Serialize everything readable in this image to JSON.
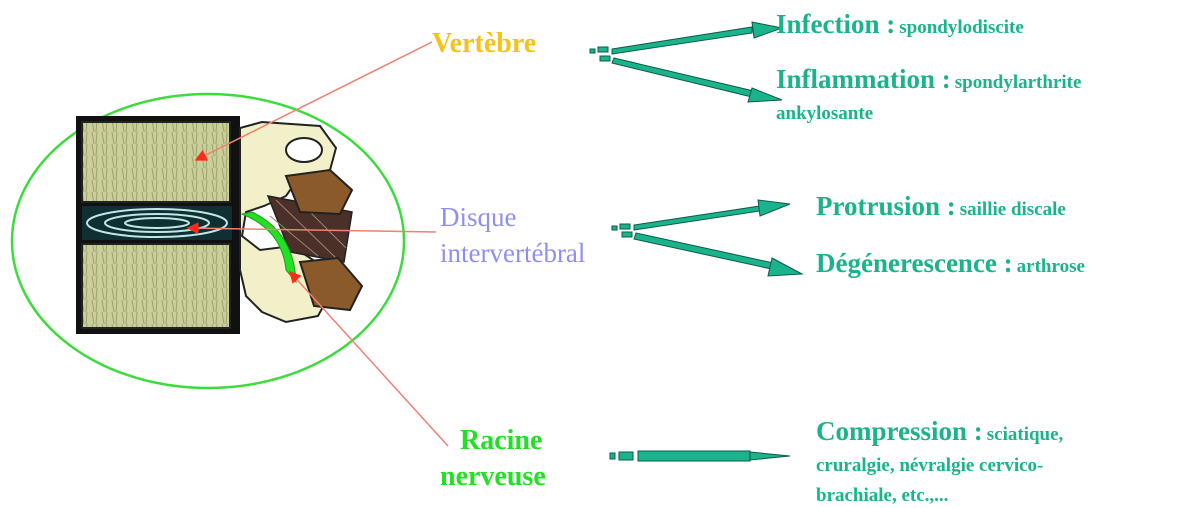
{
  "labels": {
    "vertebre": "Vertèbre",
    "disque_line1": "Disque",
    "disque_line2": "intervertébral",
    "racine_line1": "Racine",
    "racine_line2": "nerveuse"
  },
  "outcomes": {
    "infection": {
      "term": "Infection :",
      "detail": "spondylodiscite"
    },
    "inflammation": {
      "term": "Inflammation :",
      "detail_line1": "spondylarthrite",
      "detail_line2": "ankylosante"
    },
    "protrusion": {
      "term": "Protrusion :",
      "detail": "saillie discale"
    },
    "degenerescence": {
      "term": "Dégénerescence :",
      "detail": "arthrose"
    },
    "compression": {
      "term": "Compression :",
      "detail_line1": "sciatique,",
      "detail_line2": "cruralgie, névralgie cervico-",
      "detail_line3": "brachiale, etc.,..."
    }
  },
  "colors": {
    "vertebre": "#f5c218",
    "disque": "#8f8ff2",
    "racine": "#22e022",
    "outcome": "#1ab38c",
    "pointer_line": "#f08070",
    "circle": "#3ddc3d"
  }
}
